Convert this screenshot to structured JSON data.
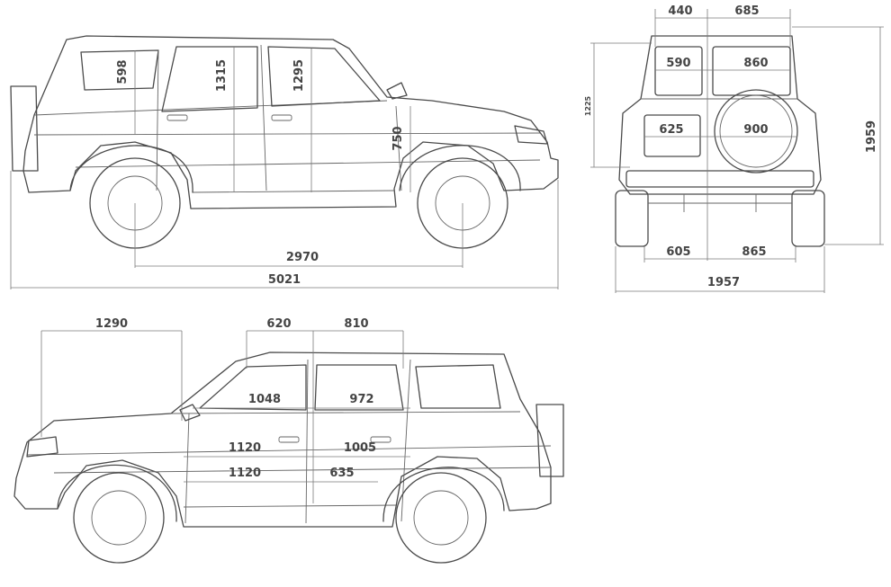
{
  "side_view_left": {
    "dims": {
      "window_rear_height": "598",
      "window_mid_height": "1315",
      "window_front_height": "1295",
      "door_height": "750",
      "wheelbase": "2970",
      "length": "5021"
    }
  },
  "rear_view": {
    "dims": {
      "top_left": "440",
      "top_right": "685",
      "window_left": "590",
      "window_right": "860",
      "left_height": "1225",
      "plate_width": "625",
      "spare_wheel": "900",
      "height": "1959",
      "bottom_left": "605",
      "bottom_right": "865",
      "width": "1957"
    }
  },
  "side_view_right": {
    "dims": {
      "front_overhang": "1290",
      "front_seat": "620",
      "rear_seat": "810",
      "front_cabin": "1048",
      "rear_cabin": "972",
      "front_shoulder": "1120",
      "rear_shoulder": "1005",
      "front_hip": "1120",
      "rear_hip": "635"
    }
  }
}
